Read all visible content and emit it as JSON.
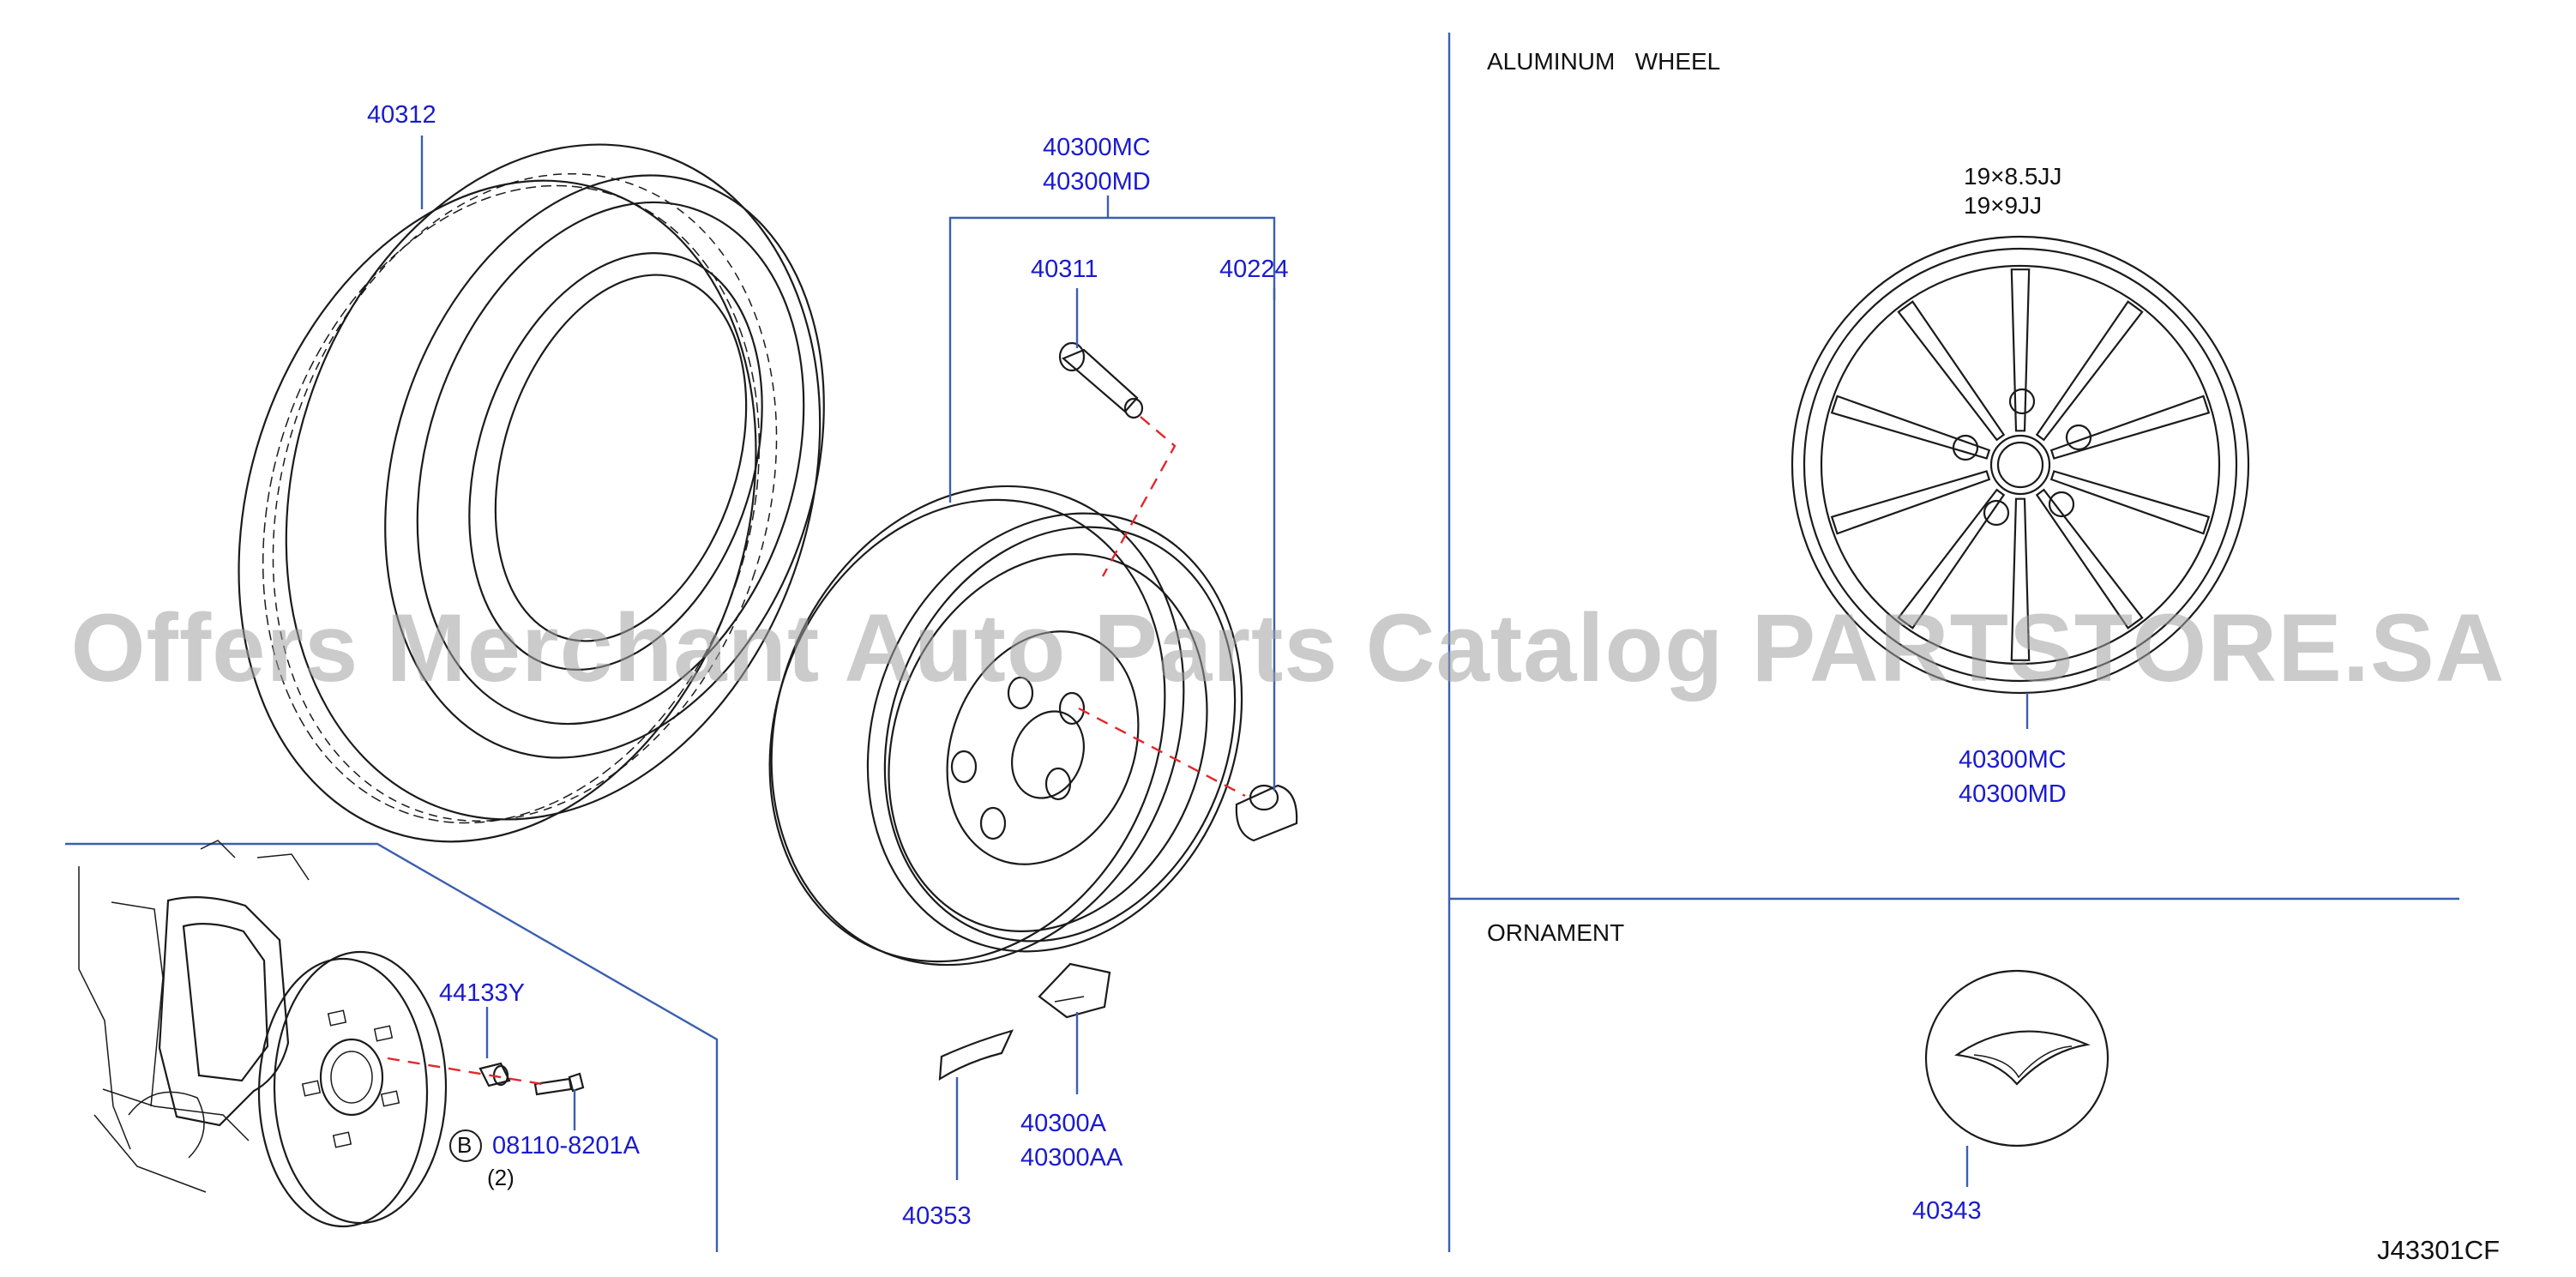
{
  "diagram_id": "J43301CF",
  "watermark": "Offers Merchant Auto Parts Catalog PARTSTORE.SA",
  "sections": {
    "aluminum_wheel": "ALUMINUM   WHEEL",
    "ornament": "ORNAMENT"
  },
  "wheel_sizes": [
    "19×8.5JJ",
    "19×9JJ"
  ],
  "parts": {
    "tire": "40312",
    "wheel_assembly_1": "40300MC",
    "wheel_assembly_2": "40300MD",
    "valve": "40311",
    "nut": "40224",
    "stud": "44133Y",
    "bolt": "08110-8201A",
    "bolt_qty": "(2)",
    "bolt_marker": "B",
    "balance_weight_1": "40300A",
    "balance_weight_2": "40300AA",
    "weight_tape": "40353",
    "alu_wheel_1": "40300MC",
    "alu_wheel_2": "40300MD",
    "ornament": "40343"
  },
  "colors": {
    "part_number": "#1a1ad0",
    "leader_line": "#3a5fb0",
    "assembly_path": "#e0282b",
    "line_art": "#1b1b1b"
  }
}
